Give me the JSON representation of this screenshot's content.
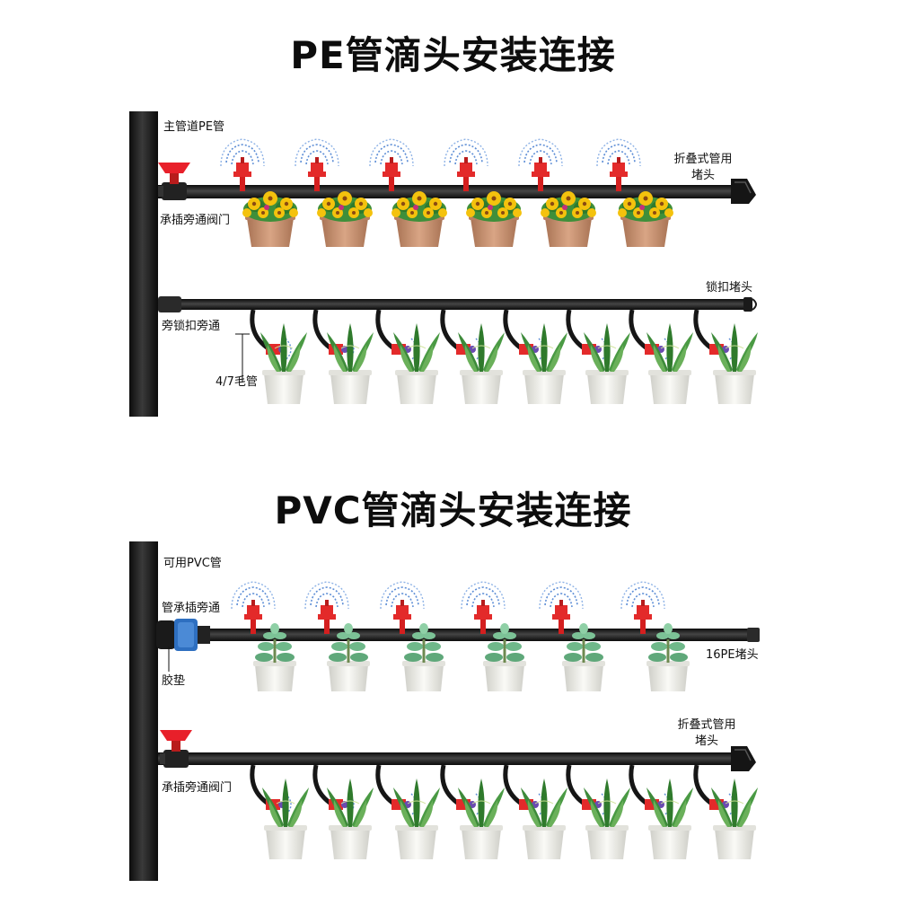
{
  "sections": [
    {
      "title": "PE管滴头安装连接",
      "labels": {
        "main_pipe": "主管道PE管",
        "valve": "承插旁通阀门",
        "end_cap_line1": "折叠式管用",
        "end_cap_line2": "堵头",
        "lock_cap": "锁扣堵头",
        "lock_bypass": "旁锁扣旁通",
        "capillary": "4/7毛管"
      }
    },
    {
      "title": "PVC管滴头安装连接",
      "labels": {
        "main_pipe": "可用PVC管",
        "bypass": "管承插旁通",
        "gasket": "胶垫",
        "pe_cap": "16PE堵头",
        "end_cap_line1": "折叠式管用",
        "end_cap_line2": "堵头",
        "valve": "承插旁通阀门"
      }
    }
  ],
  "colors": {
    "pipe": "#1c1c1c",
    "valve_red": "#e8202a",
    "dripper_red": "#e32a2a",
    "spray_blue": "#5f8fd6",
    "flower_yellow": "#f4c20d",
    "leaf_green": "#3f8f3a",
    "succulent_green": "#5fa87a",
    "terracotta": "#c98f6e",
    "white_pot": "#eeeeea",
    "connector_blue": "#2e6fc0"
  },
  "icons": [
    "valve-icon",
    "dripper-icon",
    "end-cap-icon",
    "lock-cap-icon",
    "flower-pot-icon",
    "snake-plant-pot-icon",
    "succulent-pot-icon",
    "gasket-connector-icon"
  ]
}
